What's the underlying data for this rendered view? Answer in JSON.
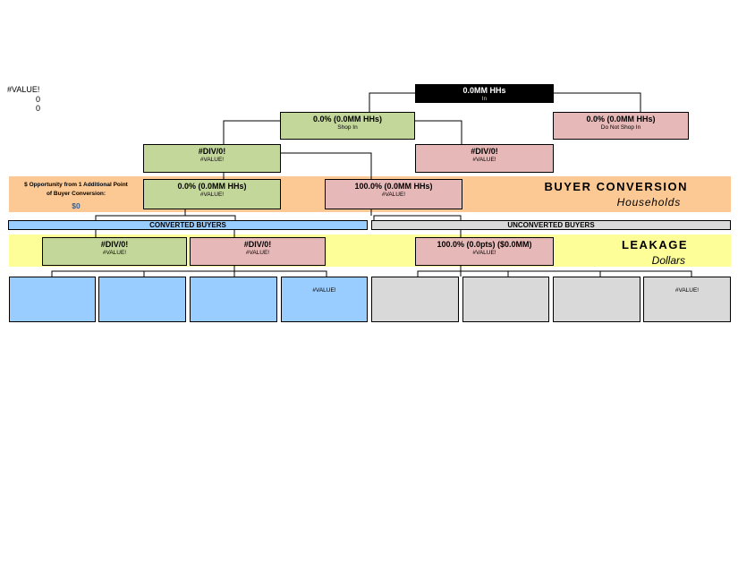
{
  "corner": {
    "error": "#VALUE!",
    "v1": "0",
    "v2": "0"
  },
  "root": {
    "main": "0.0MM HHs",
    "sub": "In"
  },
  "shop_in": {
    "main": "0.0% (0.0MM HHs)",
    "sub": "Shop In"
  },
  "not_shop_in": {
    "main": "0.0% (0.0MM HHs)",
    "sub": "Do Not Shop In"
  },
  "level2_left": {
    "main": "#DIV/0!",
    "sub": "#VALUE!"
  },
  "level2_right": {
    "main": "#DIV/0!",
    "sub": "#VALUE!"
  },
  "buyer_conversion": {
    "title": "BUYER CONVERSION",
    "subtitle": "Households",
    "opportunity_label_1": "$ Opportunity from 1 Additional Point",
    "opportunity_label_2": "of Buyer Conversion:",
    "opportunity_value": "$0",
    "converted": {
      "main": "0.0% (0.0MM HHs)",
      "sub": "#VALUE!"
    },
    "unconverted": {
      "main": "100.0% (0.0MM HHs)",
      "sub": "#VALUE!"
    }
  },
  "converted_header": "CONVERTED BUYERS",
  "unconverted_header": "UNCONVERTED BUYERS",
  "leakage": {
    "title": "LEAKAGE",
    "subtitle": "Dollars",
    "conv_left": {
      "main": "#DIV/0!",
      "sub": "#VALUE!"
    },
    "conv_right": {
      "main": "#DIV/0!",
      "sub": "#VALUE!"
    },
    "unconv": {
      "main": "100.0% (0.0pts) ($0.0MM)",
      "sub": "#VALUE!"
    }
  },
  "bottom_converted": [
    "",
    "",
    "",
    "#VALUE!"
  ],
  "bottom_unconverted": [
    "",
    "",
    "",
    "#VALUE!"
  ]
}
